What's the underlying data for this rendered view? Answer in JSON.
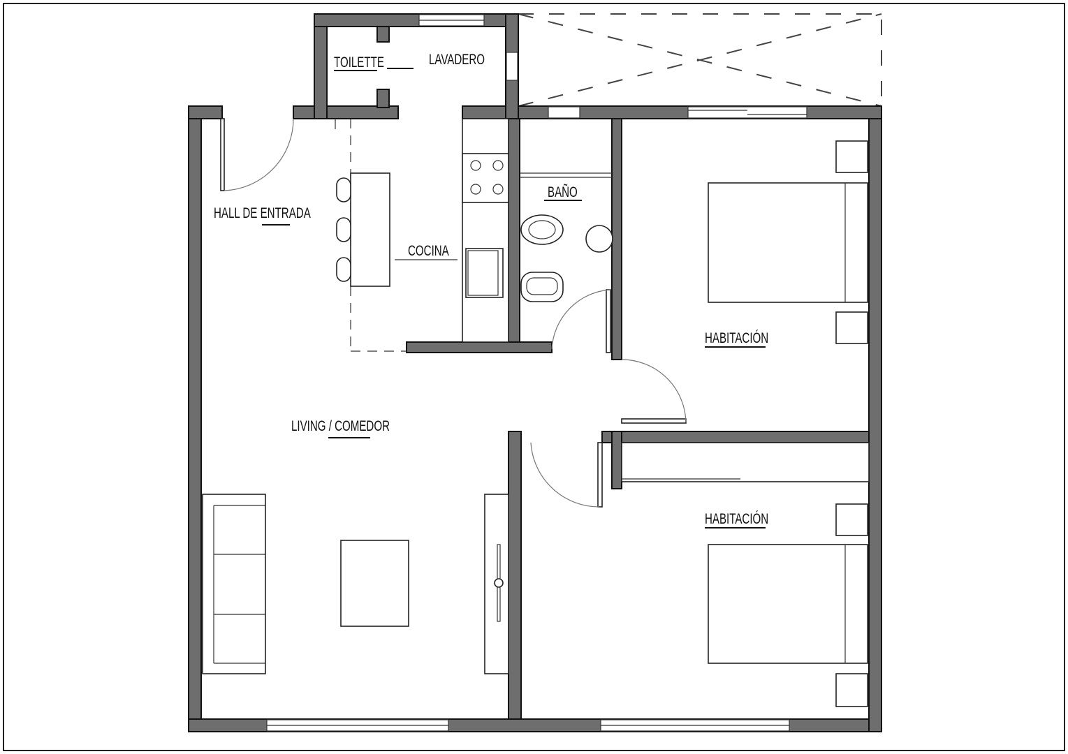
{
  "plan": {
    "rooms": {
      "toilette": "TOILETTE",
      "lavadero": "LAVADERO",
      "hall": "HALL DE ENTRADA",
      "cocina": "COCINA",
      "bano": "BAÑO",
      "habitacion1": "HABITACIÓN",
      "living": "LIVING / COMEDOR",
      "habitacion2": "HABITACIÓN"
    },
    "colors": {
      "wall": "#6e6e6e",
      "line": "#111111",
      "background": "#ffffff"
    }
  }
}
